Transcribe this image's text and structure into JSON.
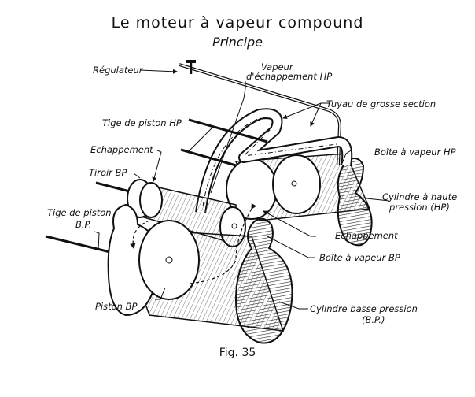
{
  "title": "Le moteur à vapeur compound",
  "subtitle": "Principe",
  "figure_caption": "Fig. 35",
  "labels": {
    "regulateur": "Régulateur",
    "vapeur_echappement_hp_1": "Vapeur",
    "vapeur_echappement_hp_2": "d'échappement HP",
    "tuyau": "Tuyau de grosse section",
    "tige_piston_hp": "Tige de piston HP",
    "echappement_top": "Echappement",
    "boite_vapeur_hp": "Boîte à vapeur HP",
    "tiroir_bp": "Tiroir BP",
    "cylindre_hp_1": "Cylindre à haute",
    "cylindre_hp_2": "pression (HP)",
    "tige_piston_bp_1": "Tige de piston",
    "tige_piston_bp_2": "B.P.",
    "echappement_mid": "Echappement",
    "boite_vapeur_bp": "Boîte à vapeur BP",
    "piston_bp": "Piston BP",
    "cylindre_bp_1": "Cylindre basse pression",
    "cylindre_bp_2": "(B.P.)"
  }
}
